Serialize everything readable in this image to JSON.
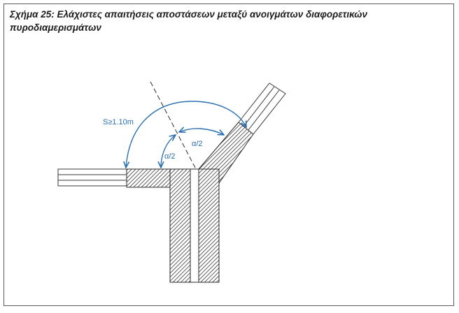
{
  "figure": {
    "caption_line1": "Σχήμα 25: Ελάχιστες απαιτήσεις αποστάσεων μεταξύ ανοιγμάτων διαφορετικών",
    "caption_line2": "πυροδιαμερισμάτων"
  },
  "labels": {
    "distance": "S≥1.10m",
    "half_angle_left": "α/2",
    "half_angle_right": "α/2"
  },
  "colors": {
    "annotation": "#2a6fb0",
    "wall": "#2b2b2b",
    "frame": "#5a5a5a"
  }
}
